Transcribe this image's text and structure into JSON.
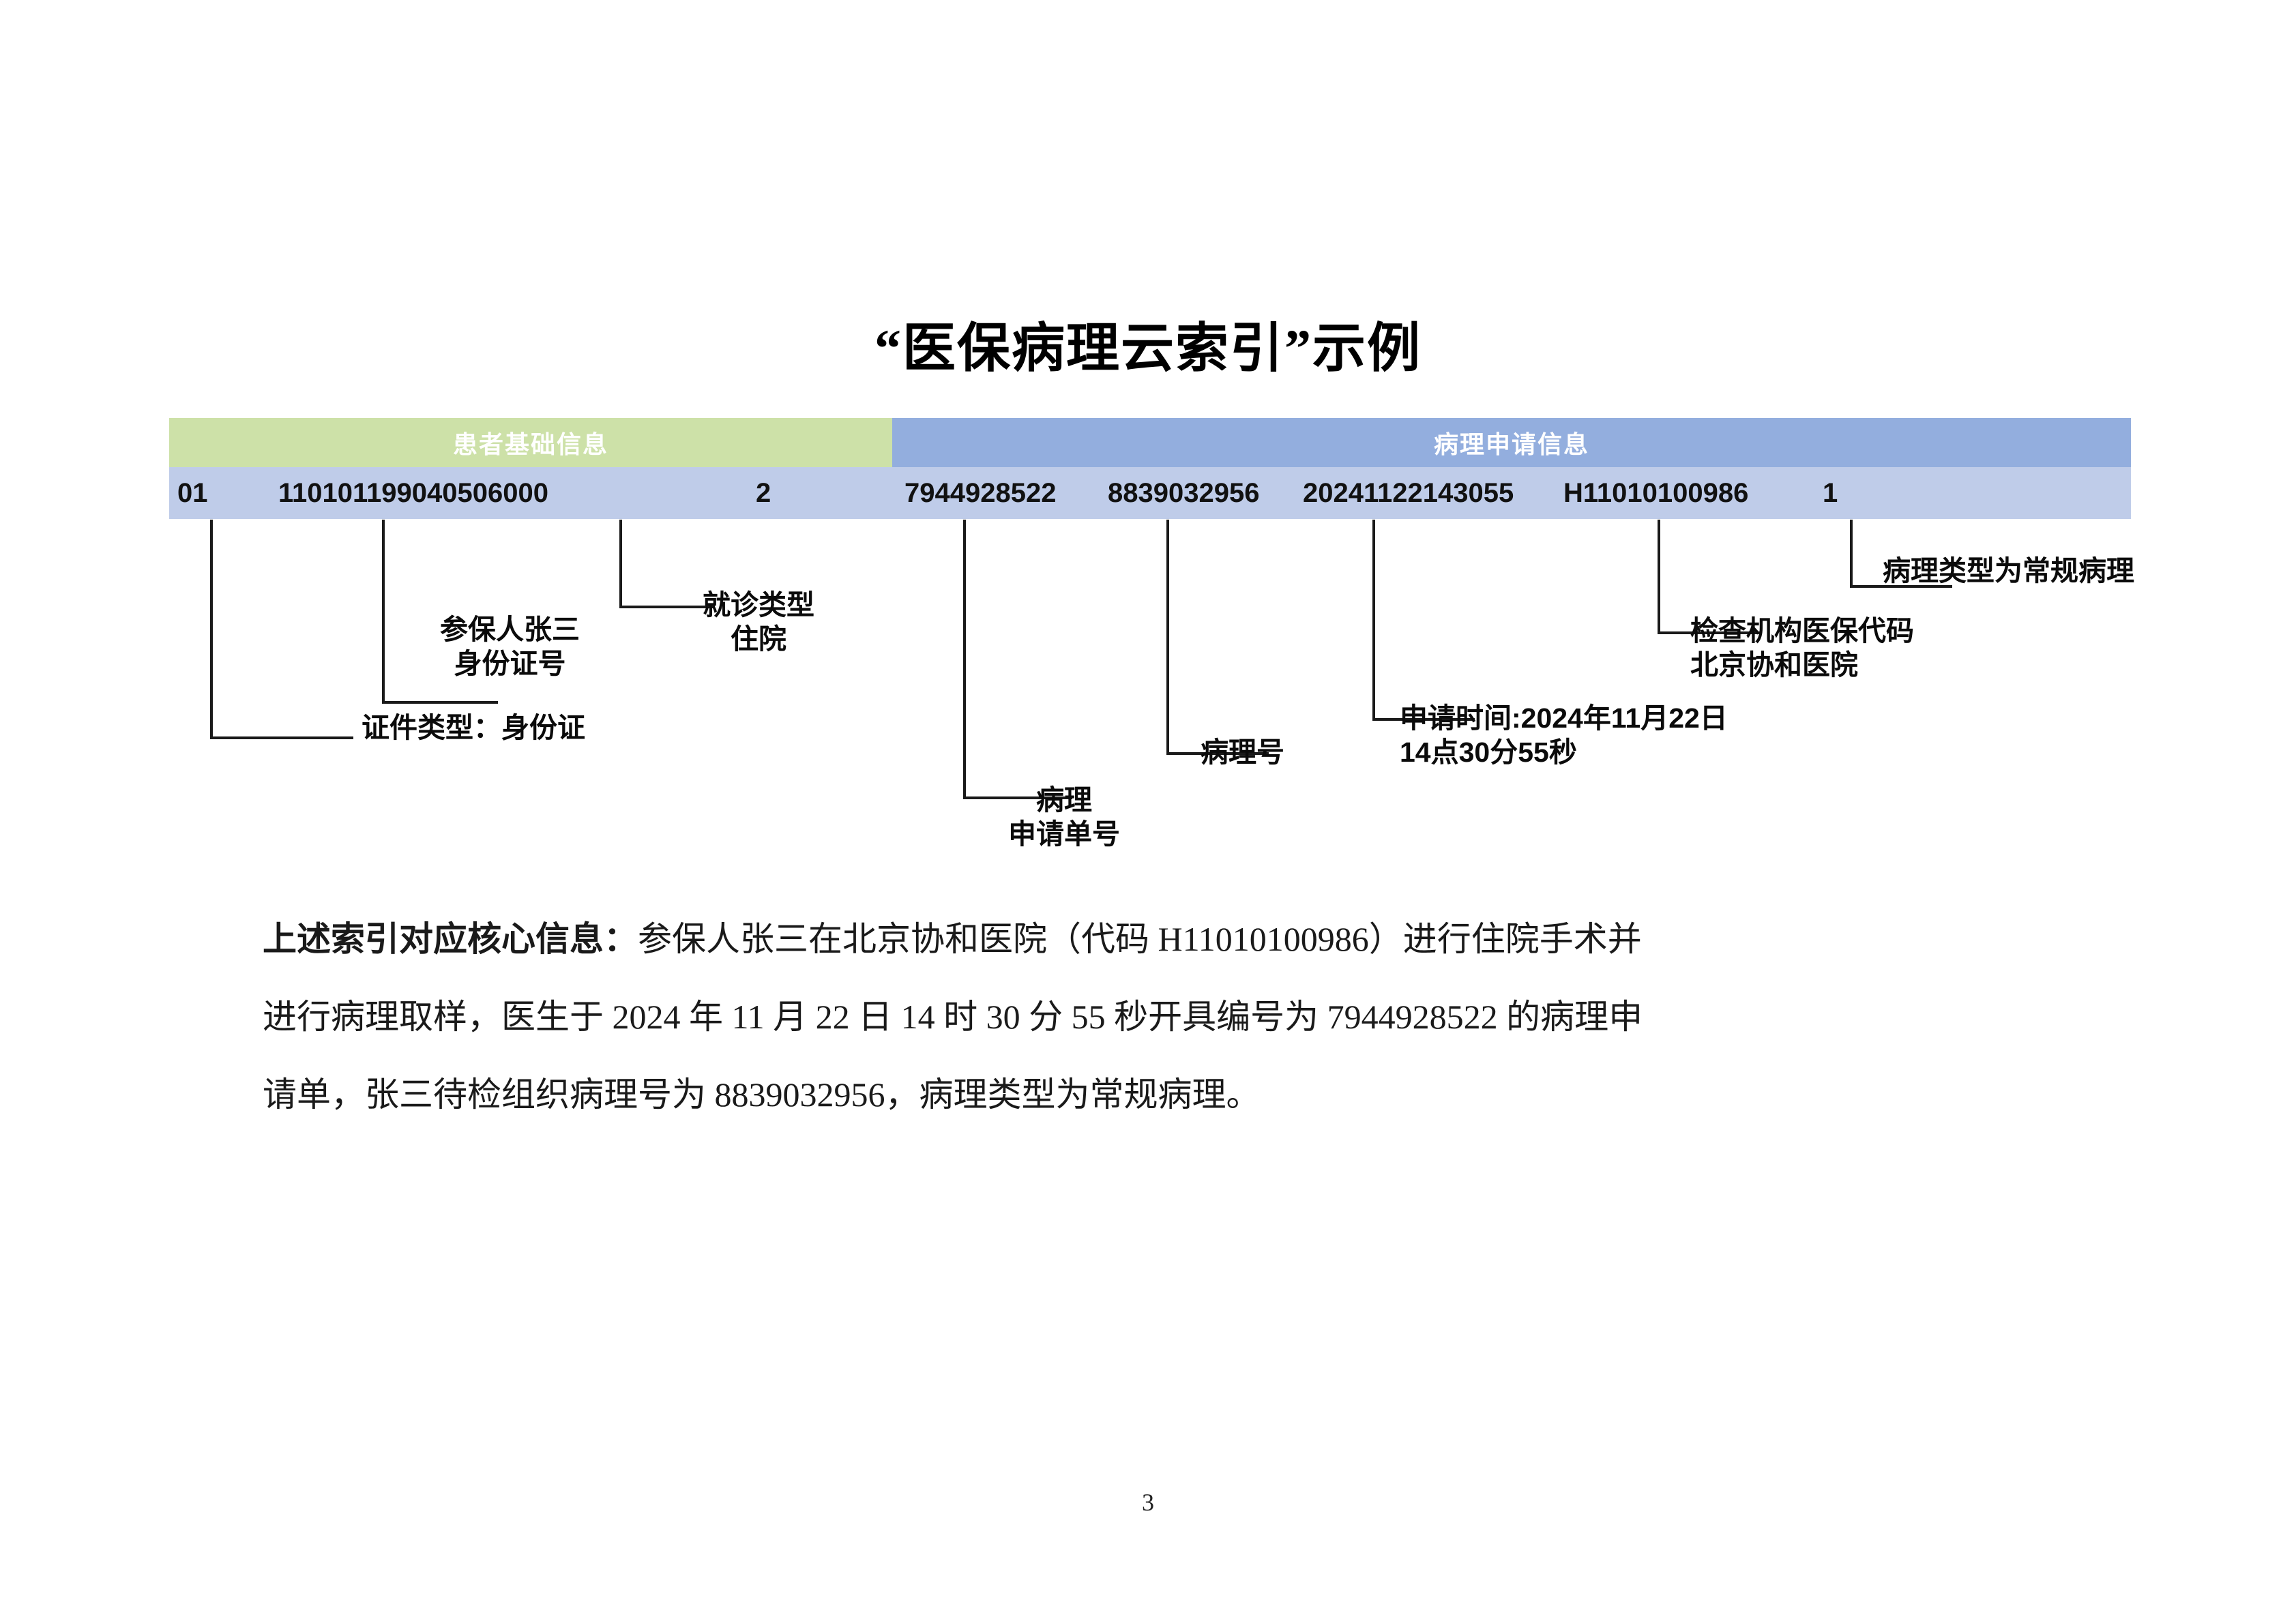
{
  "document": {
    "title": "“医保病理云索引”示例",
    "page_number": "3"
  },
  "index_bar": {
    "headers": [
      {
        "label": "患者基础信息",
        "color": "#cde1a8"
      },
      {
        "label": "病理申请信息",
        "color": "#93aede"
      }
    ],
    "row_color": "#bfcce9",
    "segments": [
      {
        "value": "01",
        "meaning": "证件类型：身份证"
      },
      {
        "value": "110101199040506000",
        "meaning": "参保人张三身份证号"
      },
      {
        "value": "2",
        "meaning": "就诊类型 住院"
      },
      {
        "value": "7944928522",
        "meaning": "病理申请单号"
      },
      {
        "value": "8839032956",
        "meaning": "病理号"
      },
      {
        "value": "20241122143055",
        "meaning": "申请时间"
      },
      {
        "value": "H11010100986",
        "meaning": "检查机构医保代码 北京协和医院"
      },
      {
        "value": "1",
        "meaning": "病理类型为常规病理"
      }
    ]
  },
  "callouts": {
    "id_type": {
      "line1": "证件类型：身份证"
    },
    "id_number": {
      "line1": "参保人张三",
      "line2": "身份证号"
    },
    "visit_type": {
      "line1": "就诊类型",
      "line2": "住院"
    },
    "application_no": {
      "line1": "病理",
      "line2": "申请单号"
    },
    "pathology_no": {
      "line1": "病理号"
    },
    "apply_time": {
      "line1": "申请时间:2024年11月22日",
      "line2": "14点30分55秒"
    },
    "hospital_code": {
      "line1": "检查机构医保代码",
      "line2": "北京协和医院"
    },
    "pathology_type": {
      "line1": "病理类型为常规病理"
    }
  },
  "summary": {
    "lead": "上述索引对应核心信息：",
    "line1": "参保人张三在北京协和医院（代码 H11010100986）进行住院手术并",
    "line2": "进行病理取样，医生于 2024 年 11 月 22 日 14 时 30 分 55 秒开具编号为 7944928522 的病理申",
    "line3": "请单，张三待检组织病理号为 8839032956，病理类型为常规病理。"
  }
}
